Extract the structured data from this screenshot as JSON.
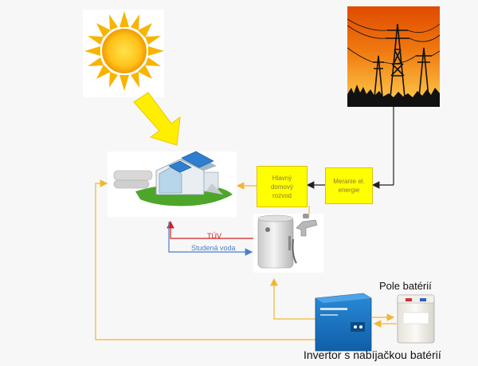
{
  "labels": {
    "main_distribution": [
      "Hlavný",
      "domový",
      "rozvod"
    ],
    "meter": [
      "Meranie el.",
      "energie"
    ],
    "hot_water": "TÚV",
    "cold_water": "Studená voda",
    "battery_bank": "Pole batérií",
    "inverter": "Invertor s nabíjačkou batérií"
  },
  "colors": {
    "yellow_box": "#ffff00",
    "power_line": "#f2b632",
    "hot_line": "#d42020",
    "cold_line": "#4a7fc8",
    "black_line": "#222222",
    "inverter_blue": "#1877c9",
    "sunset_orange": "#f07a10"
  },
  "icons": {
    "sun": "sun-icon",
    "pylon": "power-pylon-icon",
    "house": "solar-house-icon",
    "boiler": "water-heater-icon",
    "faucet": "faucet-icon",
    "inverter": "inverter-icon",
    "battery": "battery-icon"
  }
}
